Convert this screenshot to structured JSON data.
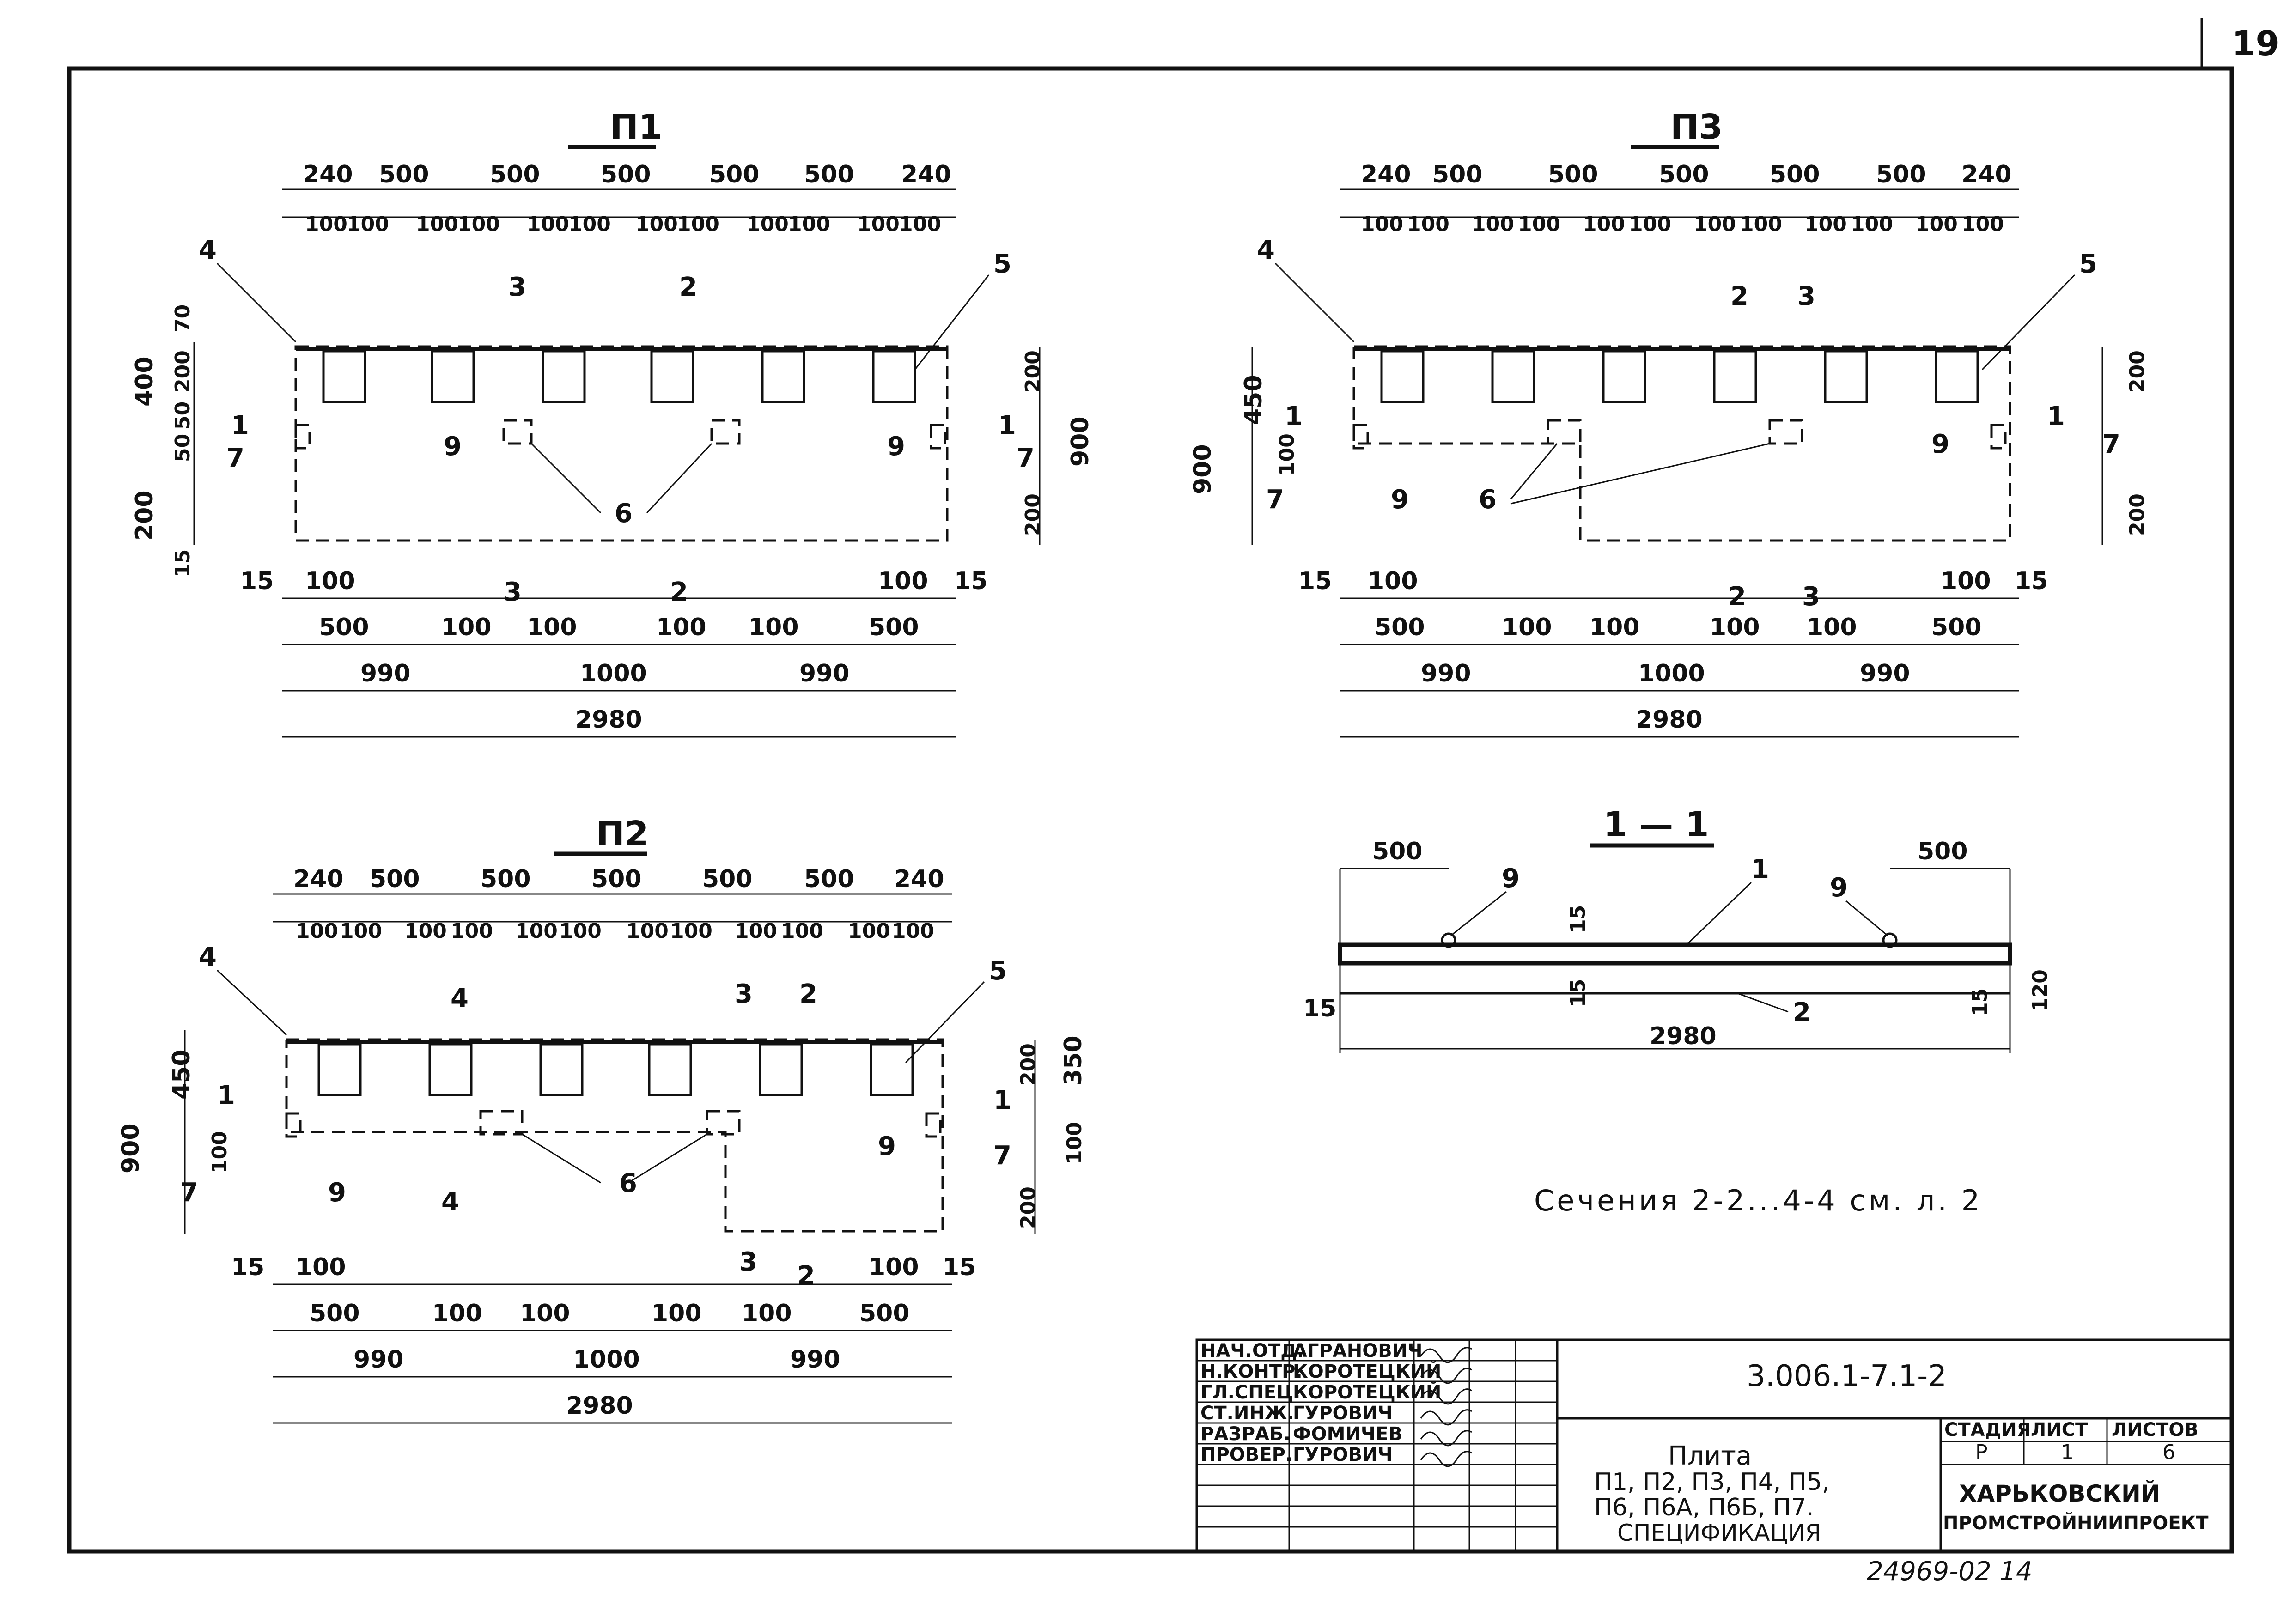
{
  "sheet_number": "19",
  "plans": {
    "p1": {
      "title": "П1",
      "top_dims": [
        "240",
        "500",
        "500",
        "500",
        "500",
        "500",
        "240"
      ],
      "rib_dims": [
        "100",
        "100",
        "100",
        "100",
        "100",
        "100",
        "100",
        "100",
        "100",
        "100",
        "100",
        "100"
      ],
      "left_dims": [
        "70",
        "400",
        "200",
        "50",
        "50",
        "200",
        "15"
      ],
      "right_dims": [
        "200",
        "900",
        "200"
      ],
      "bottom_row1": [
        "15",
        "100",
        "100",
        "15"
      ],
      "bottom_row2": [
        "500",
        "100",
        "100",
        "100",
        "100",
        "500"
      ],
      "bottom_row3": [
        "990",
        "1000",
        "990"
      ],
      "total": "2980",
      "callouts": [
        "4",
        "5",
        "7",
        "7",
        "9",
        "9",
        "6",
        "3",
        "2",
        "1",
        "1",
        "3",
        "2"
      ]
    },
    "p2": {
      "title": "П2",
      "top_dims": [
        "240",
        "500",
        "500",
        "500",
        "500",
        "500",
        "240"
      ],
      "rib_dims": [
        "100",
        "100",
        "100",
        "100",
        "100",
        "100",
        "100",
        "100",
        "100",
        "100",
        "100",
        "100"
      ],
      "left_dims": [
        "450",
        "900",
        "100"
      ],
      "right_dims": [
        "200",
        "350",
        "100",
        "200"
      ],
      "bottom_row1": [
        "15",
        "100",
        "100",
        "15"
      ],
      "bottom_row2": [
        "500",
        "100",
        "100",
        "100",
        "100",
        "500"
      ],
      "bottom_row3": [
        "990",
        "1000",
        "990"
      ],
      "total": "2980",
      "callouts": [
        "4",
        "5",
        "7",
        "7",
        "9",
        "9",
        "6",
        "4",
        "3",
        "2",
        "1",
        "1",
        "4",
        "3",
        "2"
      ]
    },
    "p3": {
      "title": "П3",
      "top_dims": [
        "240",
        "500",
        "500",
        "500",
        "500",
        "500",
        "240"
      ],
      "rib_dims": [
        "100",
        "100",
        "100",
        "100",
        "100",
        "100",
        "100",
        "100",
        "100",
        "100",
        "100",
        "100"
      ],
      "left_dims": [
        "450",
        "900",
        "100"
      ],
      "right_dims": [
        "200",
        "200"
      ],
      "bottom_row1": [
        "15",
        "100",
        "100",
        "15"
      ],
      "bottom_row2": [
        "500",
        "100",
        "100",
        "100",
        "100",
        "500"
      ],
      "bottom_row3": [
        "990",
        "1000",
        "990"
      ],
      "total": "2980",
      "callouts": [
        "4",
        "5",
        "7",
        "7",
        "9",
        "9",
        "6",
        "2",
        "3",
        "1",
        "1",
        "2",
        "3"
      ]
    }
  },
  "section": {
    "title": "1 — 1",
    "dims": [
      "500",
      "500",
      "15",
      "15",
      "15",
      "15",
      "120",
      "2980"
    ],
    "callouts": [
      "9",
      "9",
      "1",
      "2"
    ],
    "note": "Сечения 2-2...4-4 см. л. 2"
  },
  "title_block": {
    "doc_code": "3.006.1-7.1-2",
    "roles": [
      {
        "role": "НАЧ.ОТД.",
        "name": "АГРАНОВИЧ"
      },
      {
        "role": "Н.КОНТР.",
        "name": "КОРОТЕЦКИЙ"
      },
      {
        "role": "ГЛ.СПЕЦ.",
        "name": "КОРОТЕЦКИЙ"
      },
      {
        "role": "СТ.ИНЖ.",
        "name": "ГУРОВИЧ"
      },
      {
        "role": "РАЗРАБ.",
        "name": "ФОМИЧЕВ"
      },
      {
        "role": "ПРОВЕР.",
        "name": "ГУРОВИЧ"
      }
    ],
    "description": [
      "Плита",
      "П1, П2, П3, П4, П5,",
      "П6, П6А, П6Б, П7.",
      "СПЕЦИФИКАЦИЯ"
    ],
    "headers": {
      "stage": "СТАДИЯ",
      "sheet": "ЛИСТ",
      "sheets": "ЛИСТОВ"
    },
    "values": {
      "stage": "Р",
      "sheet": "1",
      "sheets": "6"
    },
    "org": [
      "ХАРЬКОВСКИЙ",
      "ПРОМСТРОЙНИИПРОЕКТ"
    ]
  },
  "archive_number": "24969-02 14"
}
